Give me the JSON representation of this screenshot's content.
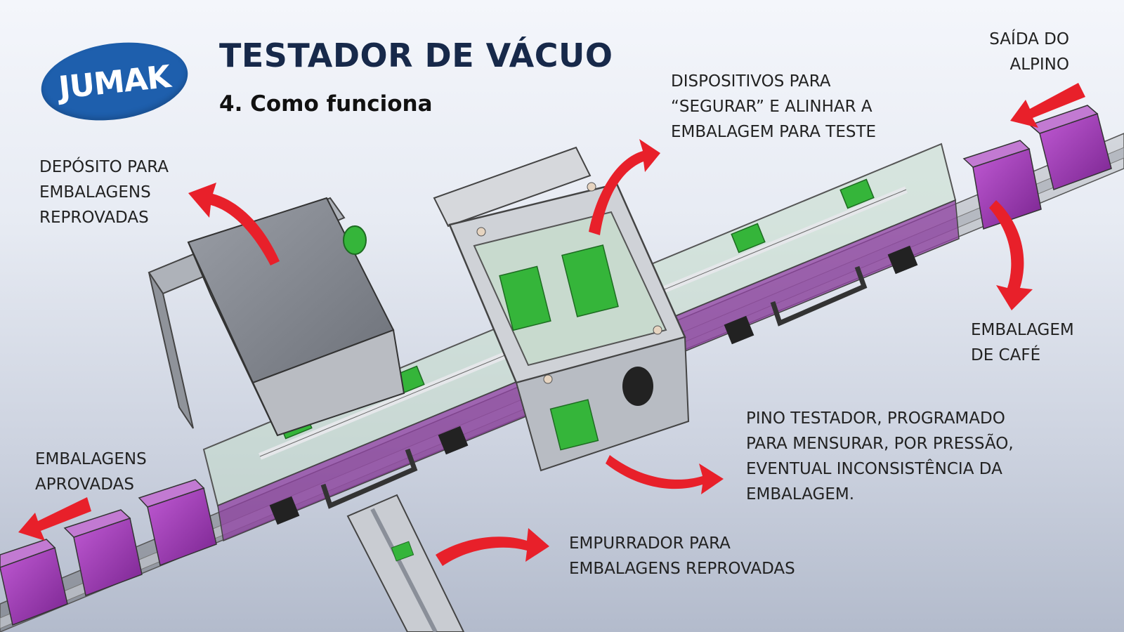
{
  "logo": {
    "text": "JUMAK"
  },
  "title": "TESTADOR DE VÁCUO",
  "subtitle": "4. Como funciona",
  "labels": {
    "saida": "SAÍDA DO\nALPINO",
    "dispositivos": "DISPOSITIVOS PARA\n“SEGURAR” E ALINHAR A\nEMBALAGEM PARA TESTE",
    "deposito": "DEPÓSITO PARA\nEMBALAGENS\nREPROVADAS",
    "embalagem_cafe": "EMBALAGEM\nDE CAFÉ",
    "pino": "PINO TESTADOR, PROGRAMADO\nPARA MENSURAR, POR PRESSÃO,\nEVENTUAL INCONSISTÊNCIA DA\nEMBALAGEM.",
    "aprovadas": "EMBALAGENS\nAPROVADAS",
    "empurrador": "EMPURRADOR PARA\nEMBALAGENS REPROVADAS"
  },
  "colors": {
    "arrow": "#e8202a",
    "package": "#a23bb8",
    "machine": "#c9ccd2",
    "glass": "#c5dccb",
    "component": "#35b53a",
    "logo": "#1e5fad",
    "title": "#17294a"
  }
}
